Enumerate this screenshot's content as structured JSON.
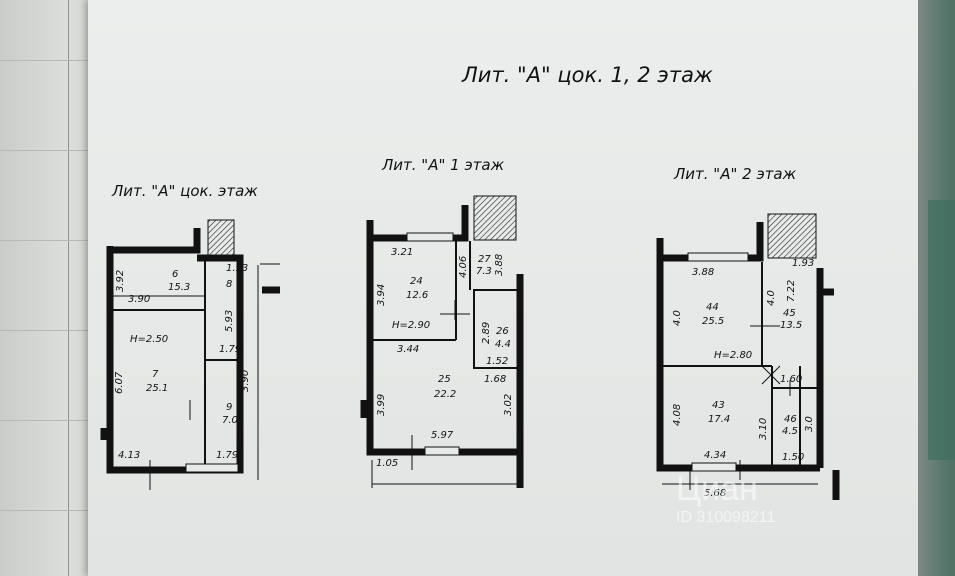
{
  "title": "Лит. \"А\" цок. 1, 2 этаж",
  "plans": {
    "basement": {
      "title": "Лит. \"А\" цок. этаж",
      "rooms": [
        {
          "num": "6",
          "area": "15.3"
        },
        {
          "num": "8",
          "area": ""
        },
        {
          "num": "7",
          "area": "25.1"
        },
        {
          "num": "9",
          "area": "7.0"
        }
      ],
      "height": "H=2.50",
      "dims": [
        "3.92",
        "3.90",
        "1.93",
        "5.93",
        "1.79",
        "3.90",
        "6.07",
        "4.13",
        "1.79"
      ]
    },
    "first": {
      "title": "Лит. \"А\" 1 этаж",
      "rooms": [
        {
          "num": "24",
          "area": "12.6"
        },
        {
          "num": "27",
          "area": "7.3"
        },
        {
          "num": "26",
          "area": "4.4"
        },
        {
          "num": "25",
          "area": "22.2"
        }
      ],
      "height": "H=2.90",
      "dims": [
        "3.21",
        "4.06",
        "3.88",
        "3.94",
        "2.89",
        "3.44",
        "1.52",
        "1.68",
        "3.99",
        "3.02",
        "5.97",
        "1.05"
      ]
    },
    "second": {
      "title": "Лит. \"А\" 2 этаж",
      "rooms": [
        {
          "num": "44",
          "area": "25.5"
        },
        {
          "num": "45",
          "area": "13.5"
        },
        {
          "num": "43",
          "area": "17.4"
        },
        {
          "num": "46",
          "area": "4.5"
        }
      ],
      "height": "H=2.80",
      "dims": [
        "3.88",
        "1.93",
        "4.0",
        "4.0",
        "7.22",
        "1.60",
        "4.08",
        "3.10",
        "3.0",
        "4.34",
        "1.50",
        "5.68"
      ]
    }
  },
  "watermark": {
    "brand": "Циан",
    "id": "ID 310098211"
  }
}
